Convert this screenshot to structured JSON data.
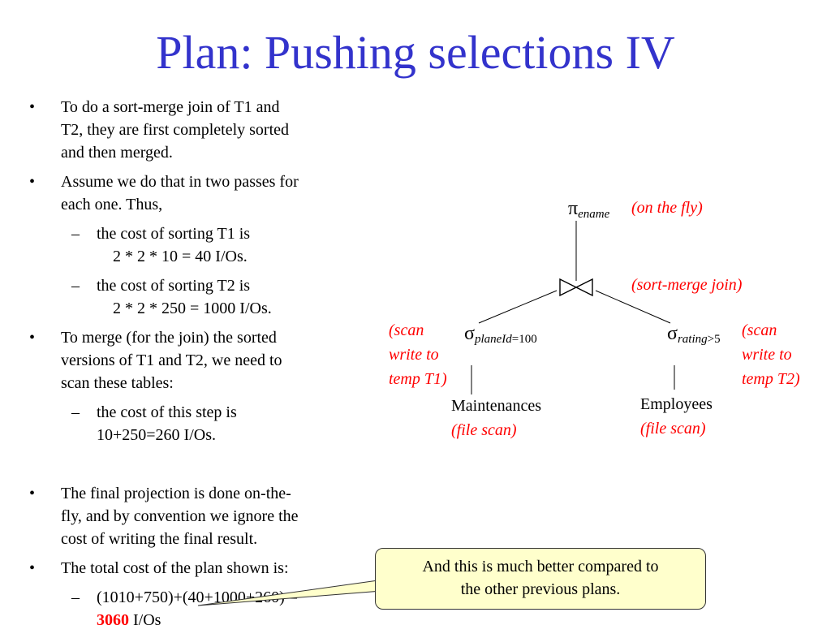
{
  "title": "Plan: Pushing selections IV",
  "colors": {
    "title": "#3333cc",
    "annotation": "#ff0000",
    "callout_bg": "#ffffcc"
  },
  "bullets": {
    "b1": {
      "marker": "•",
      "line1": "To do a sort-merge join of T1 and",
      "line2": "T2, they are first completely sorted",
      "line3": "and then merged."
    },
    "b2": {
      "marker": "•",
      "line1": "Assume we do that in two passes for",
      "line2": "each one. Thus,"
    },
    "b2a": {
      "marker": "–",
      "line1": "the cost of sorting T1 is",
      "line2": "2 * 2 * 10 = 40 I/Os."
    },
    "b2b": {
      "marker": "–",
      "line1": "the cost of sorting T2 is",
      "line2": "2 * 2 * 250 = 1000 I/Os."
    },
    "b3": {
      "marker": "•",
      "line1": "To merge (for the join) the sorted",
      "line2": "versions of T1 and T2, we need to",
      "line3": "scan these tables:"
    },
    "b3a": {
      "marker": "–",
      "line1": "the cost of this step is",
      "line2": "10+250=260 I/Os."
    },
    "b4": {
      "marker": "•",
      "line1": "The final projection is done on-the-",
      "line2": "fly, and by convention we ignore the",
      "line3": "cost of writing the final result."
    },
    "b5": {
      "marker": "•",
      "line1": "The total cost of the plan shown is:"
    },
    "b5a": {
      "marker": "–",
      "line1": "(1010+750)+(40+1000+260) =",
      "total": "3060",
      "unit": " I/Os"
    }
  },
  "tree": {
    "projection": {
      "symbol": "π",
      "subscript": "ename",
      "note": "(on the fly)"
    },
    "join": {
      "note": "(sort-merge join)"
    },
    "left_select": {
      "symbol": "σ",
      "sub_attr": "planeId",
      "sub_rest": "=100",
      "note": [
        "(scan",
        "write to",
        "temp T1)"
      ]
    },
    "right_select": {
      "symbol": "σ",
      "sub_attr": "rating",
      "sub_rest": ">5",
      "note": [
        "(scan",
        "write to",
        "temp T2)"
      ]
    },
    "left_leaf": {
      "name": "Maintenances",
      "note": "(file scan)"
    },
    "right_leaf": {
      "name": "Employees",
      "note": "(file scan)"
    }
  },
  "callout": {
    "line1": "And this is much better compared to",
    "line2": "the other previous plans."
  }
}
